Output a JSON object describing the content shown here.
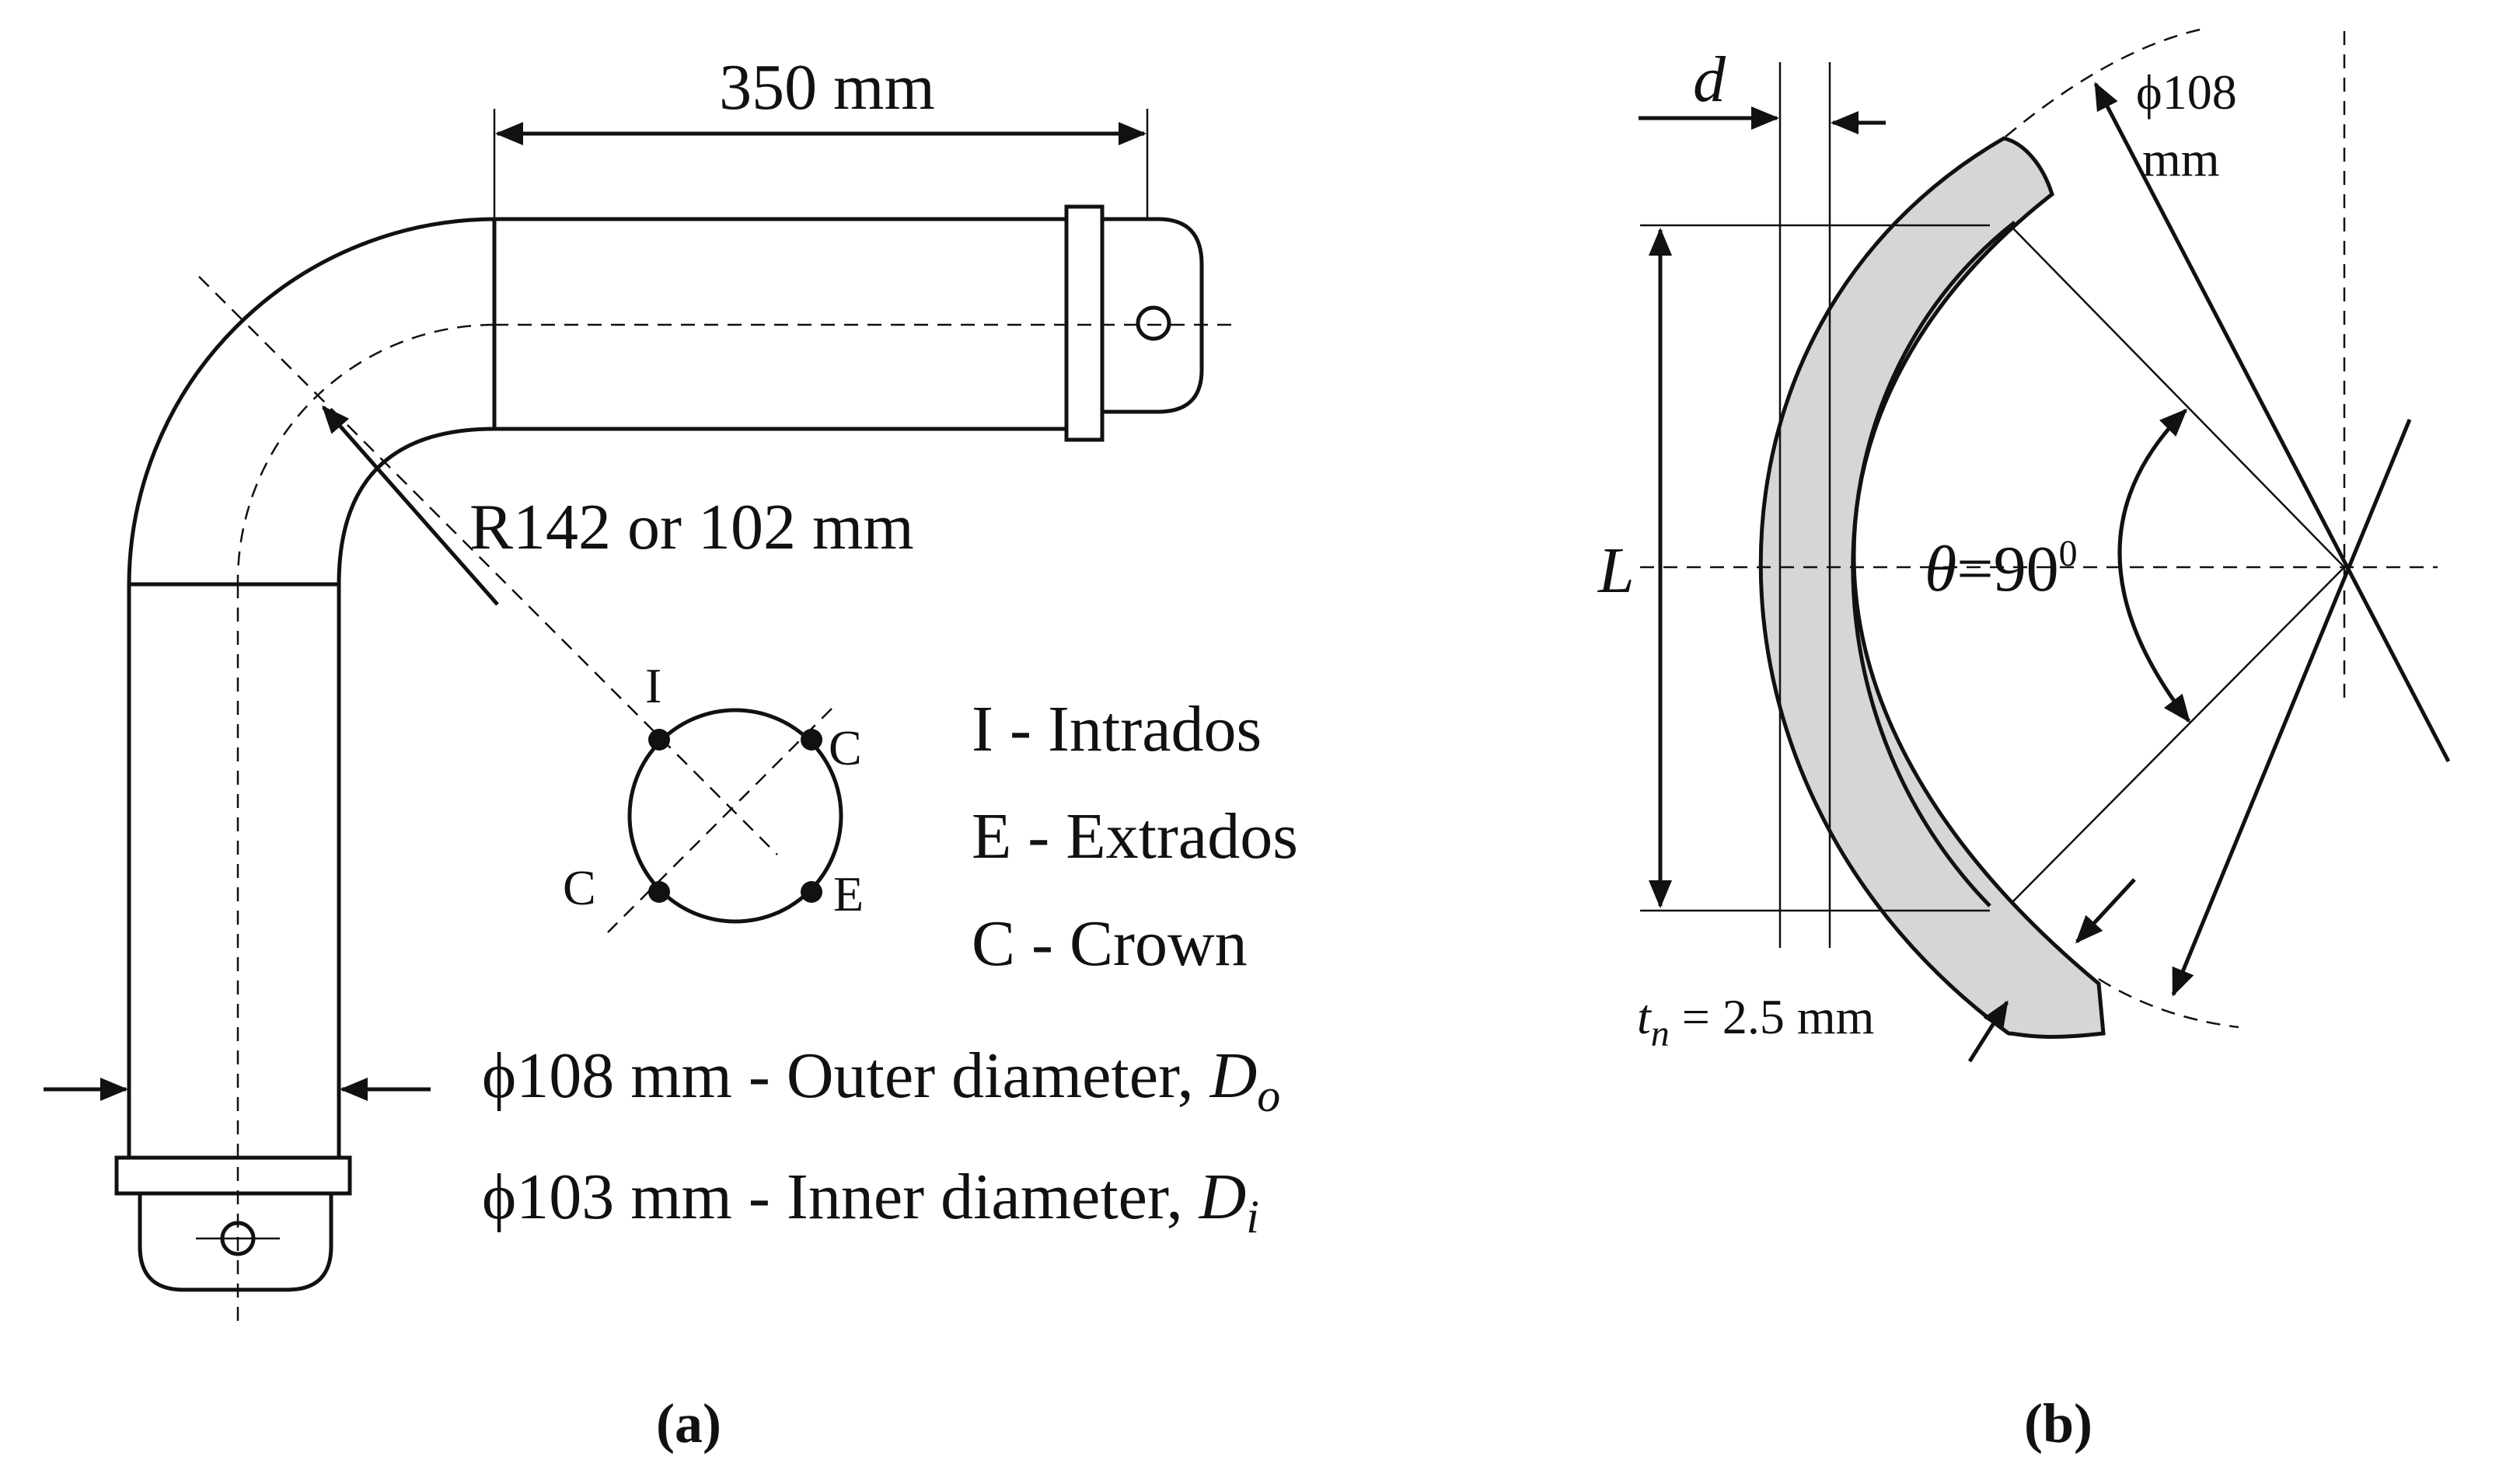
{
  "panel_a": {
    "dim_length": "350 mm",
    "dim_radius": "R142 or 102 mm",
    "point_i": "I",
    "point_c_top": "C",
    "point_c_left": "C",
    "point_e": "E",
    "legend": [
      "I - Intrados",
      "E - Extrados",
      "C - Crown"
    ],
    "outer_diameter": {
      "text": "ϕ108 mm - Outer diameter, ",
      "sym": "D",
      "sub": "o"
    },
    "inner_diameter": {
      "text": "ϕ103 mm - Inner diameter, ",
      "sym": "D",
      "sub": "i"
    },
    "caption": "(a)"
  },
  "panel_b": {
    "label_d": "d",
    "diameter_line1": "ϕ108",
    "diameter_line2": "mm",
    "label_L": "L",
    "angle": {
      "sym": "θ",
      "value": "=90",
      "sup": "0"
    },
    "thickness": {
      "sym": "t",
      "sub": "n",
      "value": " = 2.5 mm"
    },
    "caption": "(b)"
  }
}
